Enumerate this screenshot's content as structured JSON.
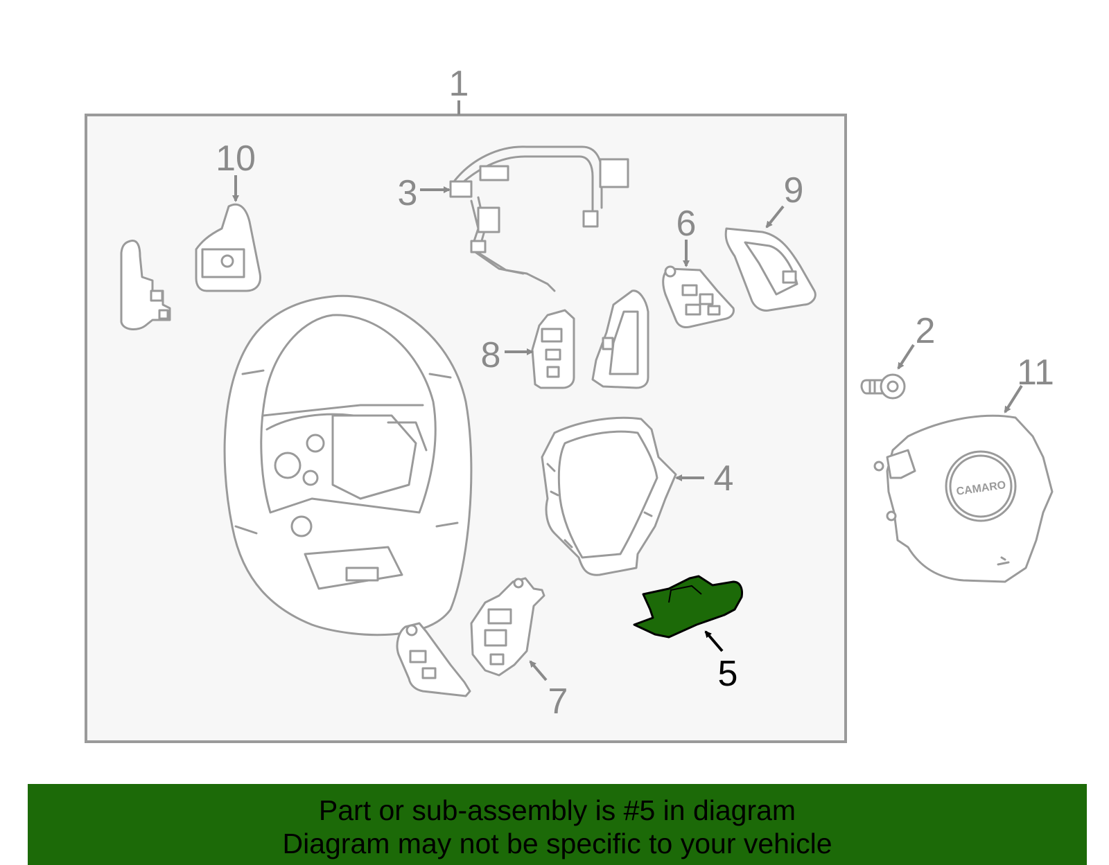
{
  "callouts": {
    "c1": "1",
    "c2": "2",
    "c3": "3",
    "c4": "4",
    "c5": "5",
    "c6": "6",
    "c7": "7",
    "c8": "8",
    "c9": "9",
    "c10": "10",
    "c11": "11"
  },
  "airbag_logo": "CAMARO",
  "highlight_color": "#1c6a08",
  "banner": {
    "line1": "Part or sub-assembly is #5 in diagram",
    "line2": "Diagram may not be specific to your vehicle"
  }
}
